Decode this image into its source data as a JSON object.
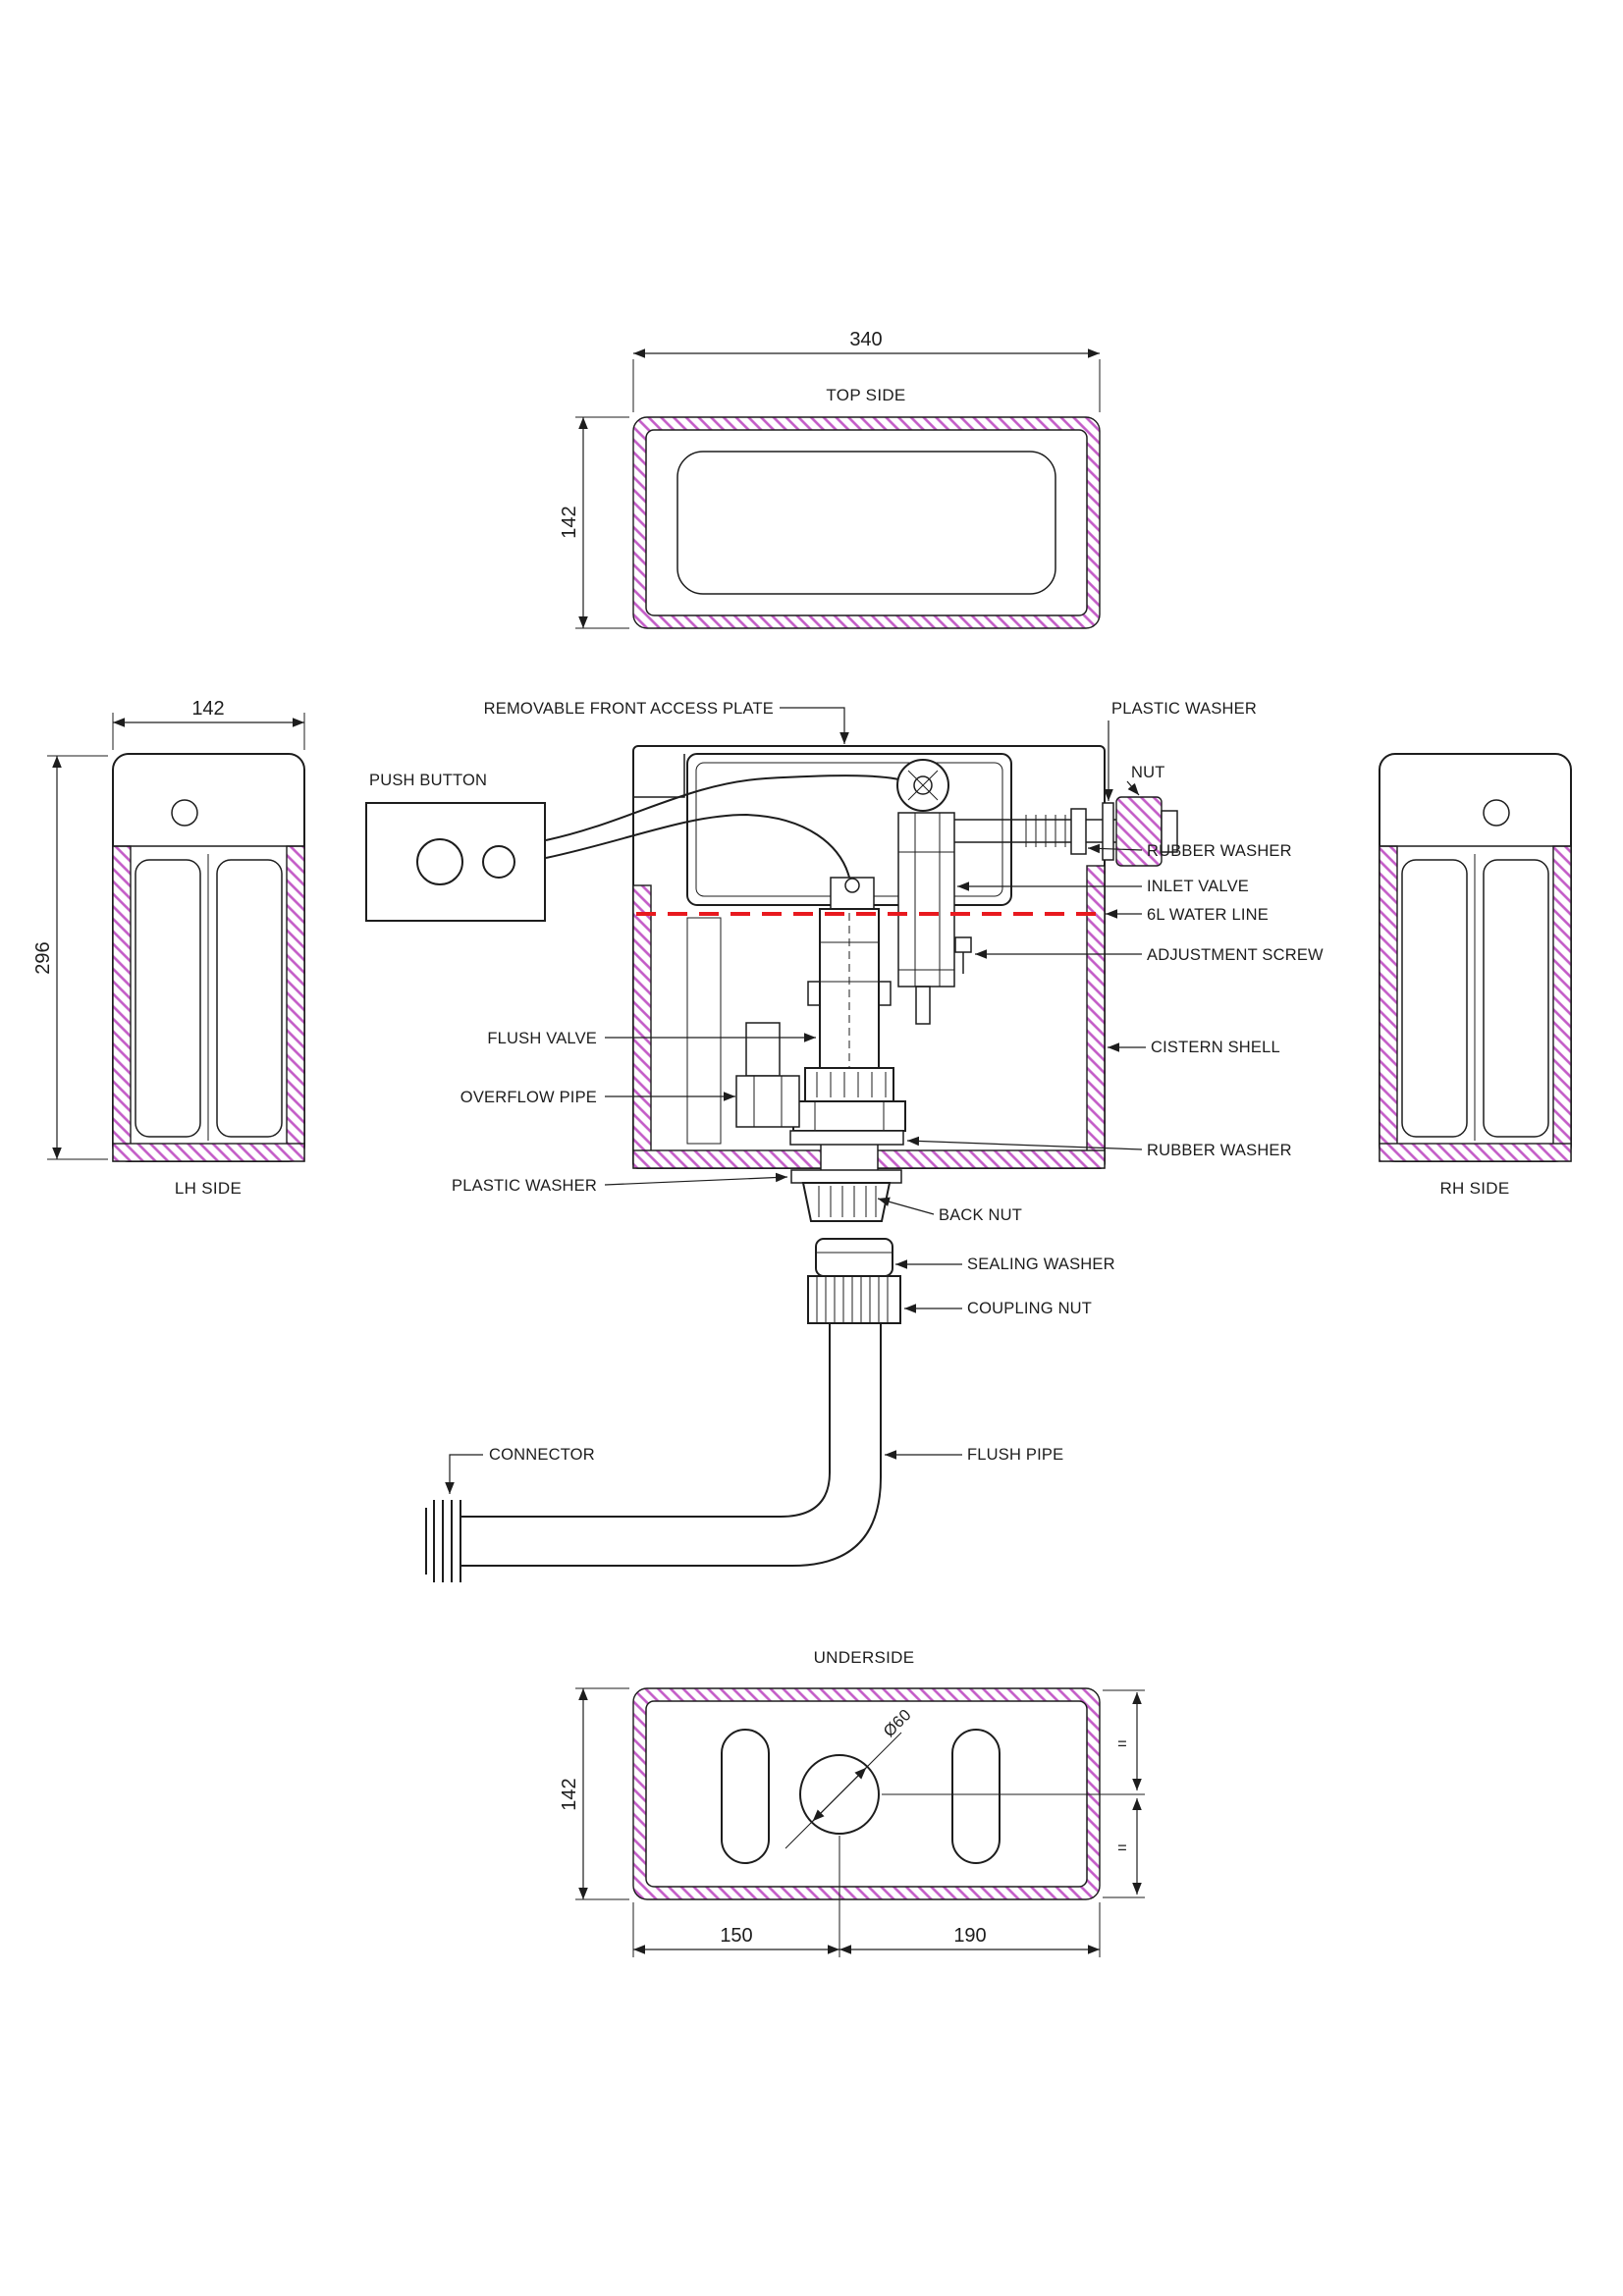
{
  "title": "Concealed cistern technical drawing",
  "colors": {
    "line": "#1d1d1d",
    "hatch": "#c35bc7",
    "water_line": "#e8191f",
    "background": "#ffffff"
  },
  "views": {
    "top_side": {
      "label": "TOP SIDE",
      "dim_width": "340",
      "dim_height": "142"
    },
    "lh_side": {
      "label": "LH SIDE",
      "dim_width": "142",
      "dim_height": "296"
    },
    "rh_side": {
      "label": "RH SIDE"
    },
    "underside": {
      "label": "UNDERSIDE",
      "dim_height": "142",
      "dim_bottom_left": "150",
      "dim_bottom_right": "190",
      "dim_hole_diameter": "Ø60",
      "equal_mark_top": "=",
      "equal_mark_bottom": "="
    }
  },
  "callouts": {
    "removable_front_access_plate": "REMOVABLE FRONT ACCESS PLATE",
    "push_button": "PUSH BUTTON",
    "plastic_washer_top": "PLASTIC WASHER",
    "nut": "NUT",
    "rubber_washer_top": "RUBBER WASHER",
    "inlet_valve": "INLET VALVE",
    "water_line_6l": "6L WATER LINE",
    "adjustment_screw": "ADJUSTMENT SCREW",
    "cistern_shell": "CISTERN SHELL",
    "rubber_washer_bottom": "RUBBER WASHER",
    "flush_valve": "FLUSH VALVE",
    "overflow_pipe": "OVERFLOW PIPE",
    "plastic_washer_bottom": "PLASTIC WASHER",
    "back_nut": "BACK NUT",
    "sealing_washer": "SEALING WASHER",
    "coupling_nut": "COUPLING NUT",
    "connector": "CONNECTOR",
    "flush_pipe": "FLUSH PIPE"
  }
}
